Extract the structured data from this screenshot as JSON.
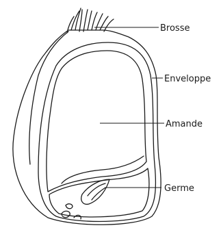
{
  "labels": {
    "brush": "Brosse",
    "envelope": "Enveloppe",
    "endosperm": "Amande",
    "germ": "Germe"
  }
}
